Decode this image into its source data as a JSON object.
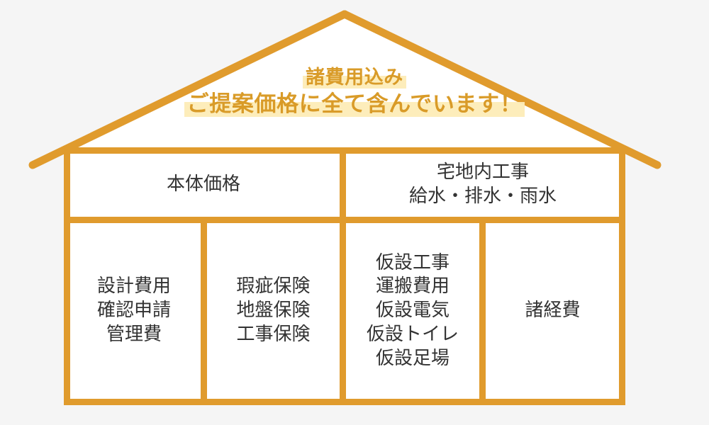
{
  "colors": {
    "background": "#f5f5f5",
    "house_outline": "#e09b2d",
    "house_fill": "#ffffff",
    "headline_text": "#d99b28",
    "headline_highlight": "#fdecb7",
    "cell_text": "#333333"
  },
  "headline": {
    "line1": "諸費用込み",
    "line2": "ご提案価格に全て含んでいます！"
  },
  "cells": {
    "main_price": {
      "lines": [
        "本体価格"
      ]
    },
    "site_works": {
      "lines": [
        "宅地内工事",
        "給水・排水・雨水"
      ]
    },
    "design_fees": {
      "lines": [
        "設計費用",
        "確認申請",
        "管理費"
      ]
    },
    "insurance": {
      "lines": [
        "瑕疵保険",
        "地盤保険",
        "工事保険"
      ]
    },
    "temporary_works": {
      "lines": [
        "仮設工事",
        "運搬費用",
        "仮設電気",
        "仮設トイレ",
        "仮設足場"
      ]
    },
    "misc_expenses": {
      "lines": [
        "諸経費"
      ]
    }
  }
}
